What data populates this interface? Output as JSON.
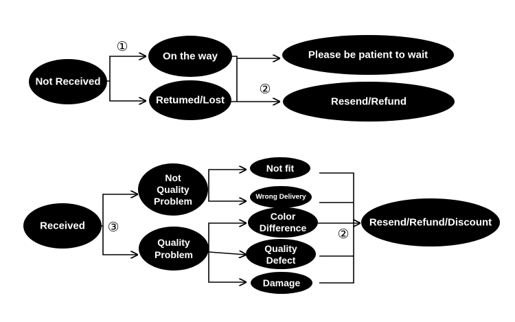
{
  "top_flow": {
    "start": "Not Received",
    "branch_marker": "①",
    "branches": [
      "On the way",
      "Retumed/Lost"
    ],
    "outcomes": [
      "Please be patient to wait",
      "Resend/Refund"
    ],
    "outcome_marker": "②"
  },
  "bottom_flow": {
    "start": "Received",
    "branch_marker": "③",
    "categories": [
      {
        "label_lines": [
          "Not",
          "Quality",
          "Problem"
        ],
        "cases": [
          "Not fit",
          "Wrong Delivery"
        ]
      },
      {
        "label_lines": [
          "Quality",
          "Problem"
        ],
        "cases": [
          [
            "Color",
            "Difference"
          ],
          [
            "Quality",
            "Defect"
          ],
          "Damage"
        ]
      }
    ],
    "outcome_marker": "②",
    "outcome": "Resend/Refund/Discount"
  },
  "colors": {
    "node_fill": "#000000",
    "node_text": "#ffffff",
    "connector": "#000000",
    "background": "#ffffff"
  }
}
